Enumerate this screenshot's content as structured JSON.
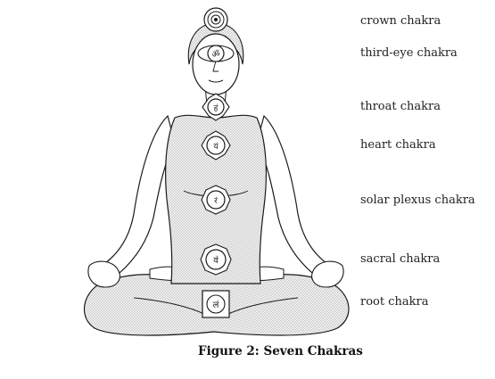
{
  "labels": {
    "crown": "crown chakra",
    "third_eye": "third-eye chakra",
    "throat": "throat chakra",
    "heart": "heart chakra",
    "solar_plexus": "solar plexus chakra",
    "sacral": "sacral chakra",
    "root": "root chakra"
  },
  "symbols": {
    "third_eye": "ॐ",
    "throat": "हं",
    "heart": "यं",
    "solar_plexus": "रं",
    "sacral": "वं",
    "root": "लं"
  },
  "caption": "Figure 2: Seven Chakras",
  "colors": {
    "line": "#1a1a1a",
    "shade": "#c8c8c8"
  }
}
